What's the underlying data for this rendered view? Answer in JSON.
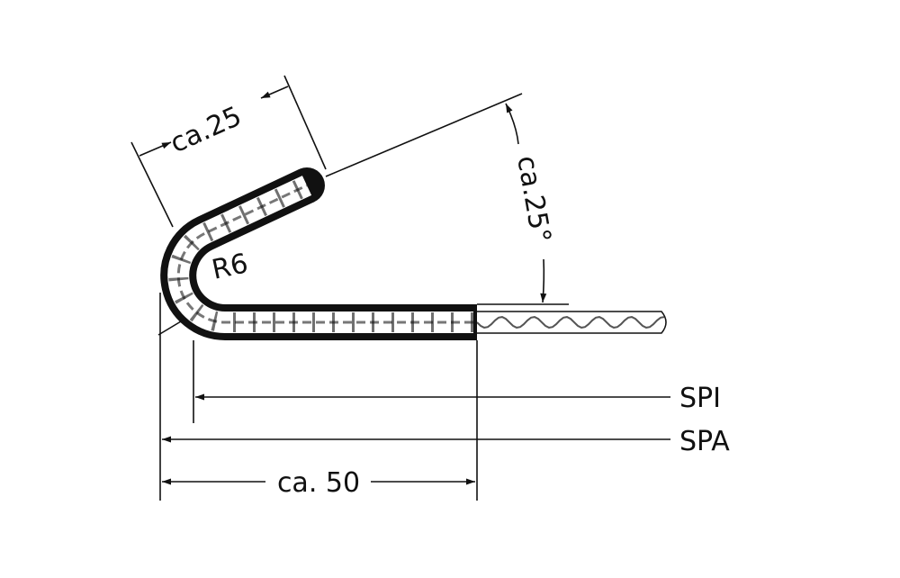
{
  "diagram": {
    "labels": {
      "leg_length": "ca.25",
      "angle": "ca.25°",
      "radius": "R6",
      "spi": "SPI",
      "spa": "SPA",
      "width": "ca. 50"
    }
  },
  "colors": {
    "ink": "#111111",
    "background": "#ffffff"
  }
}
